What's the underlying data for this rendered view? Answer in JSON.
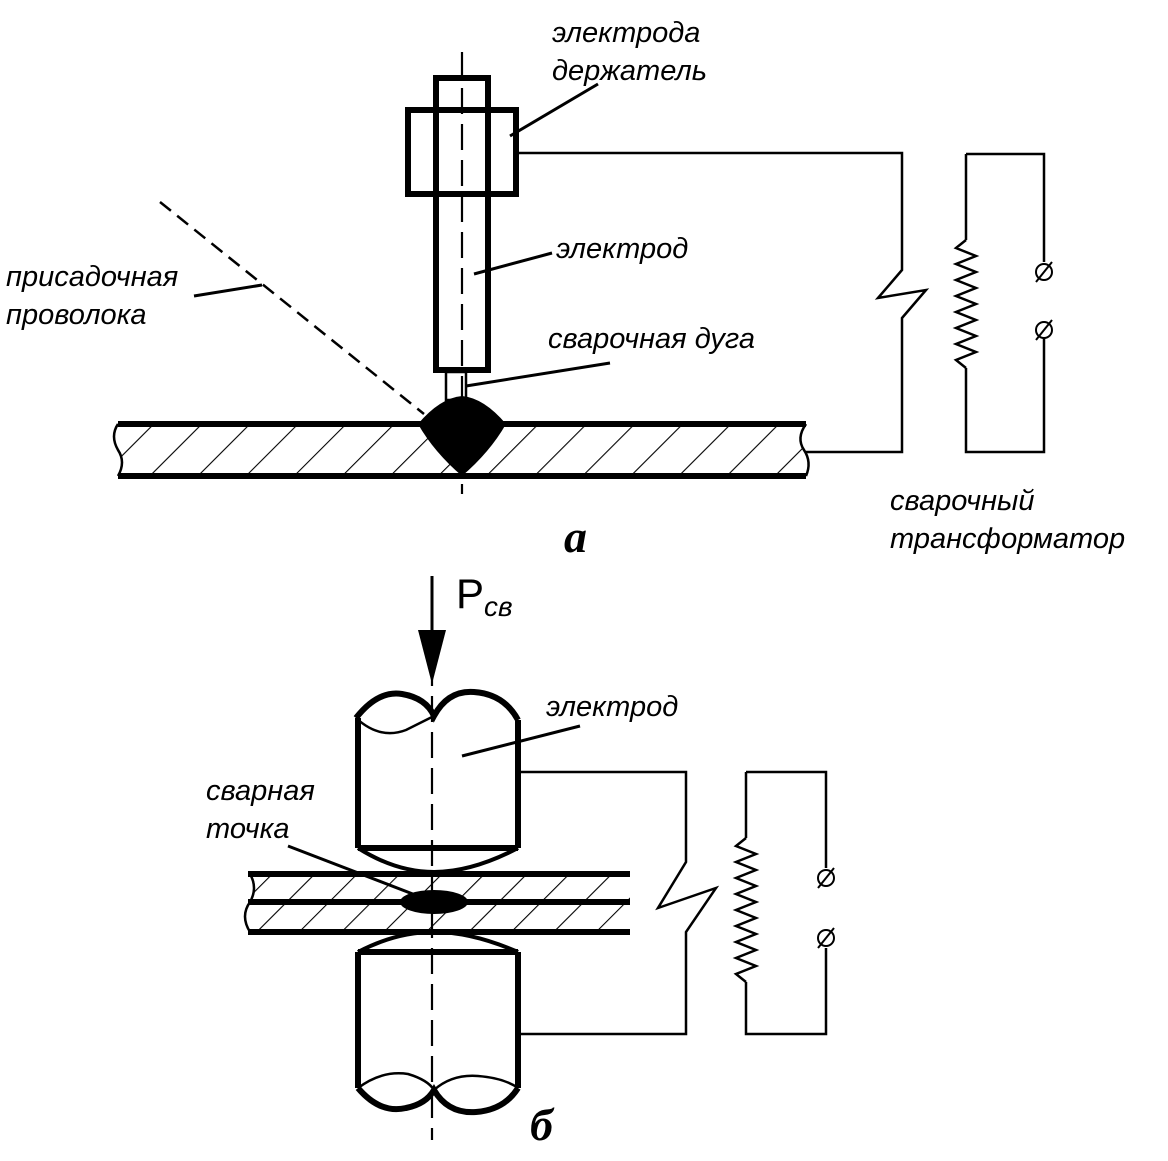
{
  "figure_a": {
    "label": "а",
    "electrode_holder_line1": "электрода",
    "electrode_holder_line2": "держатель",
    "electrode": "электрод",
    "filler_wire_line1": "присадочная",
    "filler_wire_line2": "проволока",
    "welding_arc": "сварочная дуга",
    "transformer_line1": "сварочный",
    "transformer_line2": "трансформатор"
  },
  "figure_b": {
    "label": "б",
    "force_symbol": "P",
    "force_subscript": "св",
    "electrode": "электрод",
    "weld_spot_line1": "сварная",
    "weld_spot_line2": "точка"
  }
}
